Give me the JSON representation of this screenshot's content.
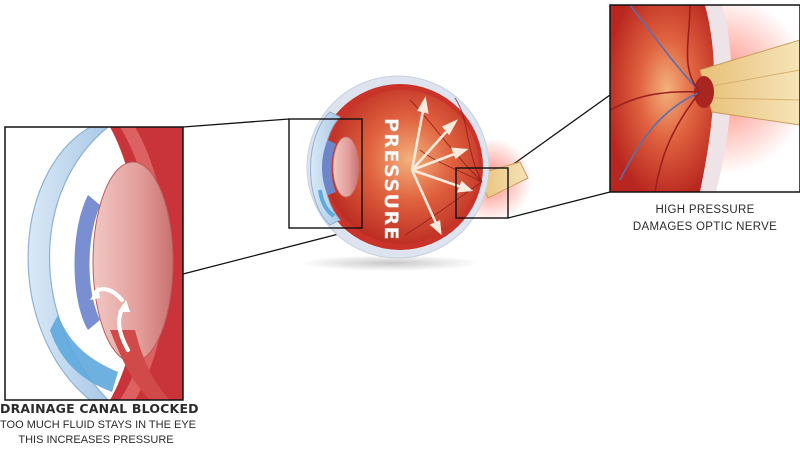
{
  "pressure_label": "PRESSURE",
  "captions": {
    "drainage_title": "DRAINAGE CANAL BLOCKED",
    "drainage_line1": "TOO MUCH FLUID STAYS IN THE EYE",
    "drainage_line2": "THIS INCREASES PRESSURE",
    "nerve_line1": "HIGH PRESSURE",
    "nerve_line2": "DAMAGES  OPTIC NERVE"
  },
  "colors": {
    "retina_red": "#d8392b",
    "sclera": "#e9e0e3",
    "cornea_blue": "#9fc4e6",
    "iris_blue": "#6e86c8",
    "nerve_tan": "#f1d79e",
    "callout_line": "#111111"
  }
}
